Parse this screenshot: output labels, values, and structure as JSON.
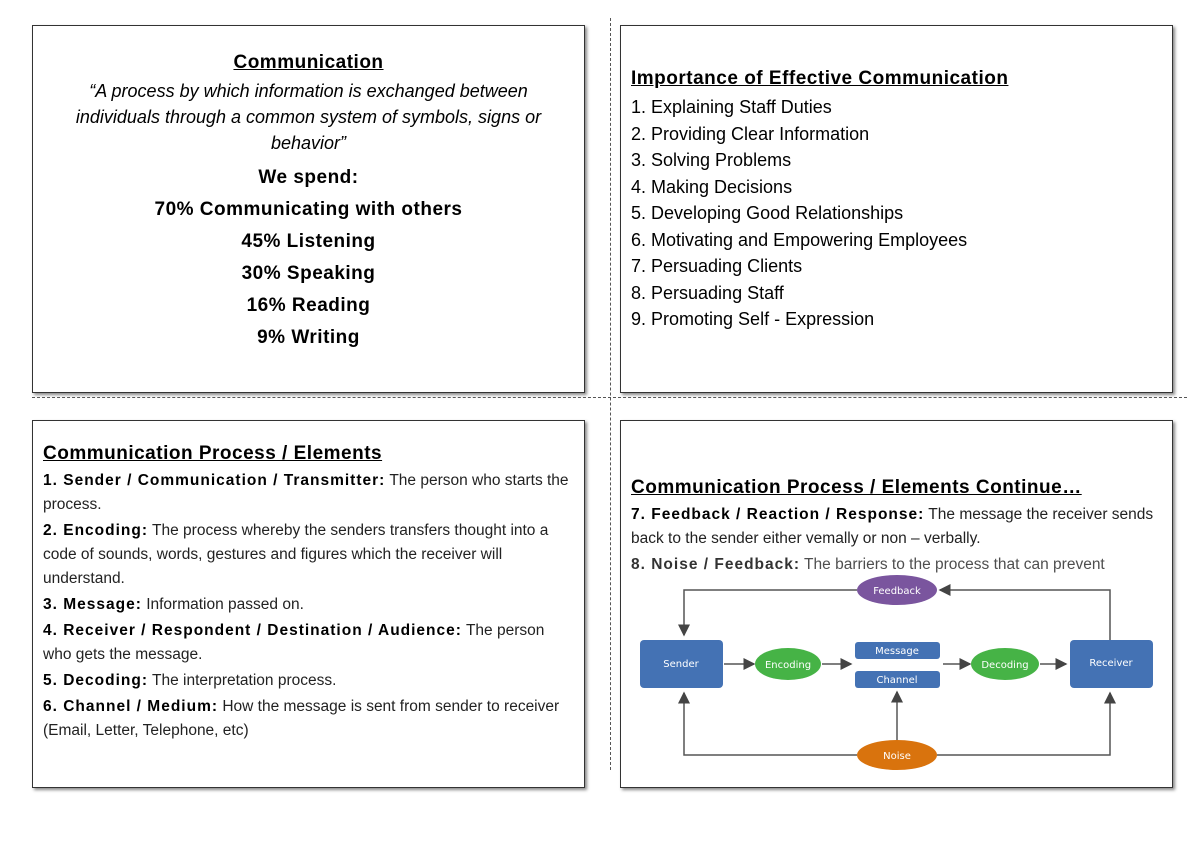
{
  "card1": {
    "title": "Communication",
    "quote": "“A process by which information is exchanged between individuals through a common system of symbols, signs or behavior”",
    "spend_label": "We spend:",
    "stats": [
      "70% Communicating with others",
      "45% Listening",
      "30% Speaking",
      "16% Reading",
      "9% Writing"
    ]
  },
  "card2": {
    "title": "Importance of Effective Communication",
    "items": [
      "1. Explaining Staff Duties",
      "2. Providing Clear Information",
      "3. Solving Problems",
      "4. Making Decisions",
      "5. Developing Good Relationships",
      "6. Motivating and Empowering Employees",
      "7. Persuading Clients",
      "8. Persuading Staff",
      "9. Promoting Self - Expression"
    ]
  },
  "card3": {
    "title": "Communication Process / Elements ",
    "items": [
      {
        "term": "1. Sender / Communication / Transmitter:",
        "desc": " The person who starts the process."
      },
      {
        "term": "2. Encoding:",
        "desc": " The process whereby the senders transfers thought into a code of sounds, words, gestures and figures which the receiver will understand."
      },
      {
        "term": "3. Message:",
        "desc": " Information passed on."
      },
      {
        "term": "4. Receiver / Respondent / Destination / Audience:",
        "desc": " The person who gets the message."
      },
      {
        "term": "5. Decoding:",
        "desc": " The interpretation process."
      },
      {
        "term": "6. Channel / Medium:",
        "desc": " How the message is sent from sender to receiver (Email, Letter, Telephone, etc)"
      }
    ]
  },
  "card4": {
    "title": "Communication Process / Elements Continue… ",
    "items": [
      {
        "term": "7. Feedback / Reaction / Response:",
        "desc": " The message the receiver sends back to the sender either vemally or non – verbally."
      },
      {
        "term": "8. Noise / Feedback:",
        "desc": " The barriers to the process that can prevent"
      }
    ]
  },
  "diagram": {
    "sender": "Sender",
    "encoding": "Encoding",
    "message": "Message",
    "channel": "Channel",
    "decoding": "Decoding",
    "receiver": "Receiver",
    "feedback": "Feedback",
    "noise": "Noise",
    "colors": {
      "box": "#4472b4",
      "green": "#46b346",
      "purple": "#7a559e",
      "orange": "#d9730d",
      "line": "#555555"
    }
  }
}
